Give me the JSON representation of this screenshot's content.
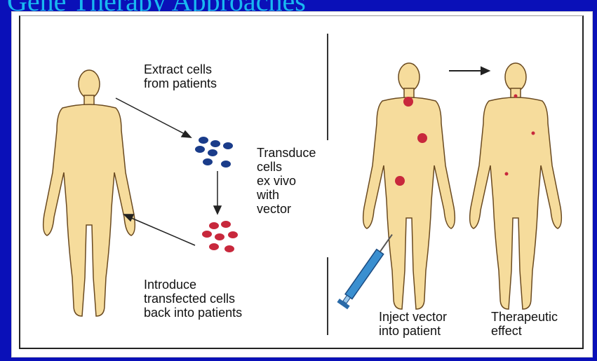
{
  "title": "Gene Therapy Approaches",
  "labels": {
    "extract": "Extract cells\nfrom patients",
    "transduce": "Transduce\ncells\nex vivo\nwith\nvector",
    "introduce": "Introduce\ntransfected cells\nback into patients",
    "inject": "Inject vector\ninto patient",
    "therapeutic": "Therapeutic\neffect"
  },
  "colors": {
    "background": "#0a10b8",
    "title": "#18b8f0",
    "skin": "#f6dc9c",
    "outline": "#6a4a20",
    "blue_cells": "#1a3c8a",
    "red_cells": "#c8283c",
    "tumor": "#c8283c",
    "syringe": "#3a8fd0"
  }
}
